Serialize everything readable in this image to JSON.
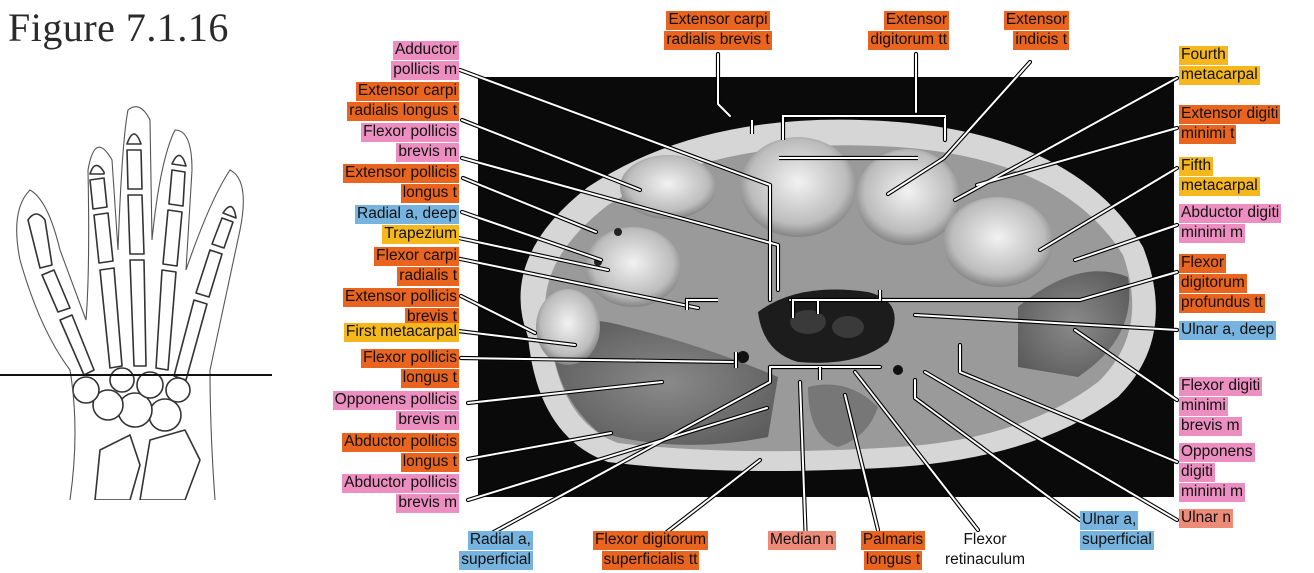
{
  "figure": {
    "title": "Figure 7.1.16"
  },
  "icons": {
    "hand": "hand-skeleton-drawing",
    "scan": "wrist-axial-mri-scan"
  },
  "colors": {
    "muscle": "#ec8fc0",
    "tendon": "#e8641f",
    "bone": "#f5b71e",
    "artery": "#76b3df",
    "nerve": "#ee8a78"
  },
  "labels": {
    "adductor_pollicis_m": [
      "Adductor",
      "pollicis m"
    ],
    "ext_carpi_rad_longus_t": [
      "Extensor carpi",
      "radialis longus t"
    ],
    "flexor_pollicis_brevis_m": [
      "Flexor pollicis",
      "brevis m"
    ],
    "ext_pollicis_longus_t": [
      "Extensor pollicis",
      "longus t"
    ],
    "radial_a_deep": [
      "Radial a, deep"
    ],
    "trapezium": [
      "Trapezium"
    ],
    "flexor_carpi_radialis_t": [
      "Flexor carpi",
      "radialis t"
    ],
    "ext_pollicis_brevis_t": [
      "Extensor pollicis",
      "brevis t"
    ],
    "first_metacarpal": [
      "First metacarpal"
    ],
    "flexor_pollicis_longus_t": [
      "Flexor pollicis",
      "longus t"
    ],
    "opponens_pollicis_m": [
      "Opponens pollicis",
      "brevis m"
    ],
    "abductor_pollicis_longus_t": [
      "Abductor pollicis",
      "longus t"
    ],
    "abductor_pollicis_brevis_m": [
      "Abductor pollicis",
      "brevis m"
    ],
    "ext_carpi_rad_brevis_t": [
      "Extensor carpi",
      "radialis brevis t"
    ],
    "ext_digitorum_tt": [
      "Extensor",
      "digitorum tt"
    ],
    "ext_indicis_t": [
      "Extensor",
      "indicis t"
    ],
    "fourth_metacarpal": [
      "Fourth",
      "metacarpal"
    ],
    "ext_digiti_minimi_t": [
      "Extensor digiti",
      "minimi t"
    ],
    "fifth_metacarpal": [
      "Fifth",
      "metacarpal"
    ],
    "abductor_digiti_minimi_m": [
      "Abductor digiti",
      "minimi m"
    ],
    "flexor_dig_profundus_tt": [
      "Flexor",
      "digitorum",
      "profundus tt"
    ],
    "ulnar_a_deep": [
      "Ulnar a, deep"
    ],
    "flexor_digiti_minimi_brevis_m": [
      "Flexor digiti",
      "minimi",
      "brevis m"
    ],
    "opponens_digiti_minimi_m": [
      "Opponens",
      "digiti",
      "minimi m"
    ],
    "ulnar_n": [
      "Ulnar n"
    ],
    "radial_a_superficial": [
      "Radial a,",
      "superficial"
    ],
    "flexor_dig_superficialis_tt": [
      "Flexor digitorum",
      "superficialis tt"
    ],
    "median_n": [
      "Median n"
    ],
    "palmaris_longus_t": [
      "Palmaris",
      "longus t"
    ],
    "flexor_retinaculum": [
      "Flexor",
      "retinaculum"
    ],
    "ulnar_a_superficial": [
      "Ulnar a,",
      "superficial"
    ]
  }
}
